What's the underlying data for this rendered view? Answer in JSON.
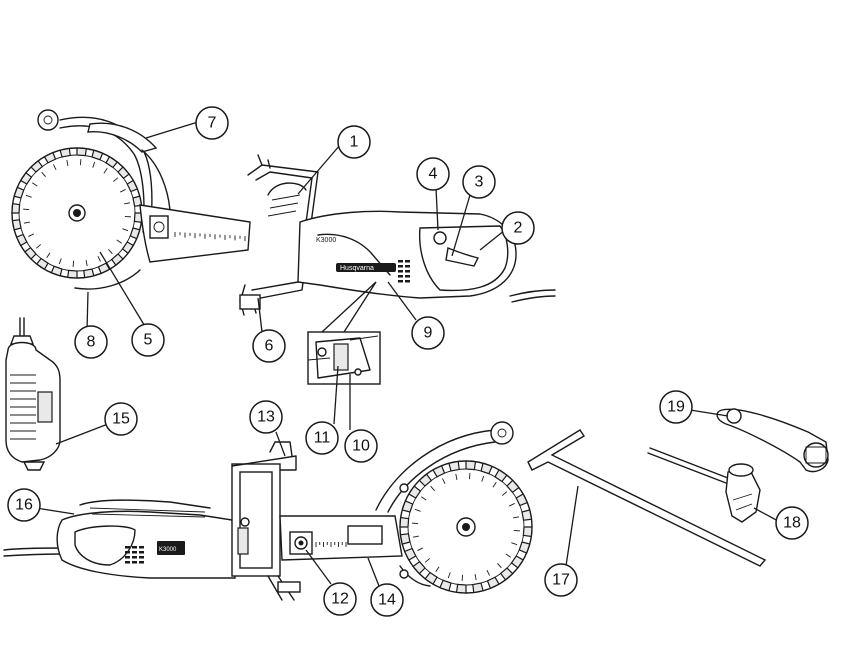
{
  "callouts": [
    "1",
    "2",
    "3",
    "4",
    "5",
    "6",
    "7",
    "8",
    "9",
    "10",
    "11",
    "12",
    "13",
    "14",
    "15",
    "16",
    "17",
    "18",
    "19"
  ],
  "brand": {
    "logo_text": "Husqvarna",
    "model_text": "K3000"
  }
}
